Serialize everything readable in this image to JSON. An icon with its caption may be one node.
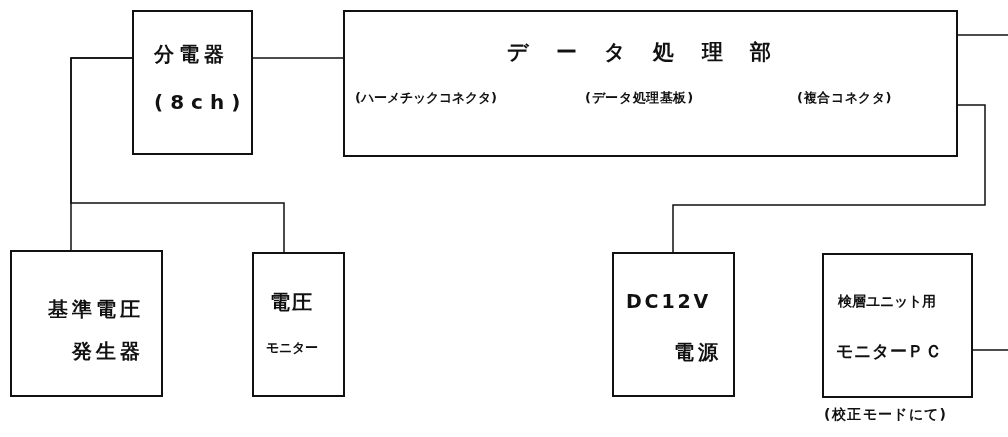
{
  "diagram": {
    "nodes": [
      {
        "text": [
          "分電器",
          "(8ch)"
        ]
      },
      {
        "text": [
          "データ処理部",
          "(ハーメチックコネクタ)",
          "(データ処理基板)",
          "(複合コネクタ)"
        ]
      },
      {
        "text": [
          "基準電圧発生器"
        ]
      },
      {
        "text": [
          "電圧",
          "モニター"
        ]
      },
      {
        "text": [
          "DC12V",
          "電源"
        ]
      },
      {
        "text": [
          "検層ユニット用",
          "モニターＰＣ"
        ],
        "beside": [
          "(校正モードにて)"
        ]
      }
    ],
    "edges": [
      {
        "from": 0,
        "to": 1,
        "arrow": "none"
      },
      {
        "from": 0,
        "to": 2,
        "arrow": "none"
      },
      {
        "from": 0,
        "to": 3,
        "arrow": "none"
      },
      {
        "from": 1,
        "to": null,
        "arrow": "none"
      },
      {
        "from": 1,
        "to": 4,
        "arrow": "none"
      },
      {
        "from": 5,
        "to": null,
        "arrow": "none"
      }
    ]
  }
}
